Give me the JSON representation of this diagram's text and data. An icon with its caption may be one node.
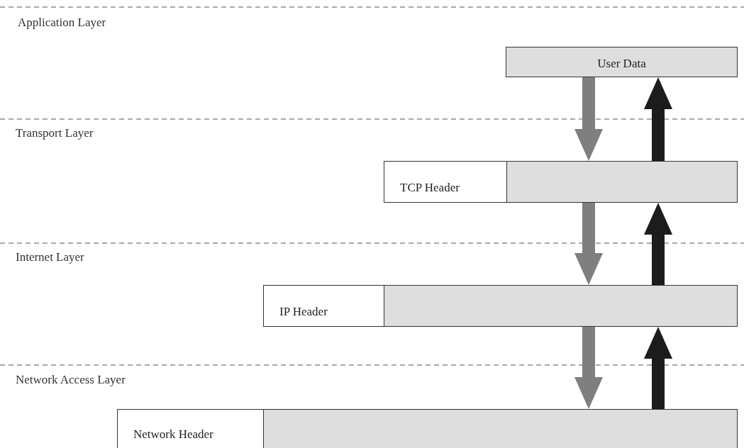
{
  "diagram": {
    "nodes": [
      {
        "text": [
          "User Data"
        ]
      },
      {
        "text": [
          "TCP Header"
        ]
      },
      {
        "text": [],
        "shape": "box"
      },
      {
        "text": [
          "IP Header"
        ]
      },
      {
        "text": [],
        "shape": "box"
      },
      {
        "text": [
          "Network Header"
        ]
      },
      {
        "text": [],
        "shape": "box"
      }
    ],
    "edges": [
      {
        "from": 0,
        "to": 2,
        "arrow": "to",
        "color": "#7f7f7f"
      },
      {
        "from": 2,
        "to": 0,
        "arrow": "to",
        "color": "#1c1c1c"
      },
      {
        "from": 2,
        "to": 4,
        "arrow": "to",
        "color": "#7f7f7f"
      },
      {
        "from": 4,
        "to": 2,
        "arrow": "to",
        "color": "#1c1c1c"
      },
      {
        "from": 4,
        "to": 6,
        "arrow": "to",
        "color": "#7f7f7f"
      },
      {
        "from": 6,
        "to": 4,
        "arrow": "to",
        "color": "#1c1c1c"
      }
    ],
    "labels": [
      "Application Layer",
      "Transport Layer",
      "Internet Layer",
      "Network Access Layer"
    ]
  }
}
